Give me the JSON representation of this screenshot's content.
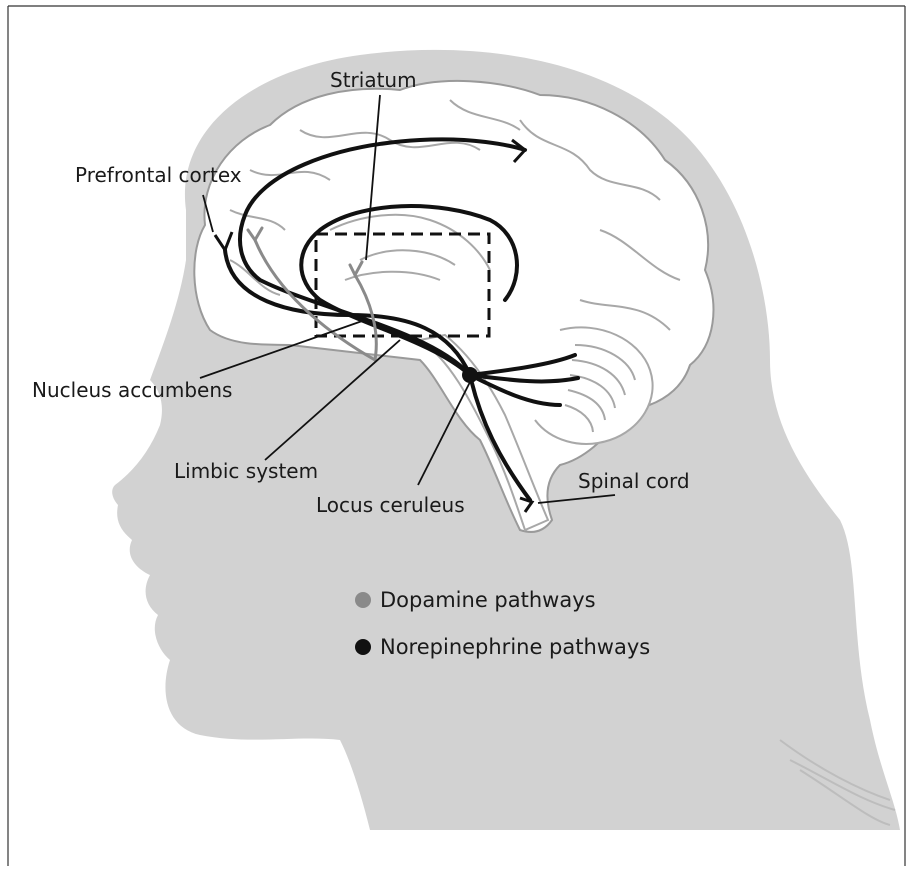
{
  "labels": {
    "striatum": "Striatum",
    "prefrontal_cortex": "Prefrontal cortex",
    "nucleus_accumbens": "Nucleus accumbens",
    "limbic_system": "Limbic system",
    "locus_ceruleus": "Locus ceruleus",
    "spinal_cord": "Spinal cord"
  },
  "legend": [
    {
      "label": "Dopamine pathways",
      "color": "#8a8a8a"
    },
    {
      "label": "Norepinephrine pathways",
      "color": "#111111"
    }
  ],
  "colors": {
    "head_silhouette": "#d2d2d2",
    "brain_fill": "#ffffff",
    "pathway_stroke": "#111111",
    "background": "#ffffff"
  }
}
